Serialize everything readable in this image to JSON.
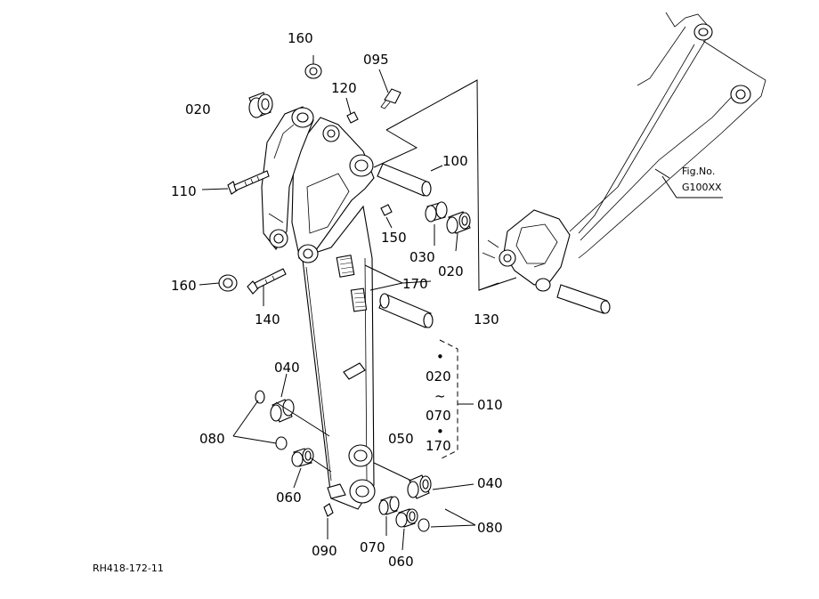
{
  "diagram": {
    "drawing_id": "RH418-172-11",
    "fig_ref": {
      "line1": "Fig.No.",
      "line2": "G100XX"
    },
    "part_labels": {
      "p160_top": "160",
      "p095": "095",
      "p020_left": "020",
      "p120": "120",
      "p100": "100",
      "p110": "110",
      "p150": "150",
      "p030": "030",
      "p020_right": "020",
      "p160_left": "160",
      "p170": "170",
      "p140": "140",
      "p130": "130",
      "p040_left": "040",
      "p080_left": "080",
      "p060_left": "060",
      "p050": "050",
      "p040_right": "040",
      "p080_right": "080",
      "p090": "090",
      "p070": "070",
      "p060_bottom": "060",
      "p010": "010"
    },
    "range_group": {
      "dot1": "•",
      "start": "020",
      "tilde": "~",
      "mid": "070",
      "dot2": "•",
      "end": "170"
    }
  }
}
